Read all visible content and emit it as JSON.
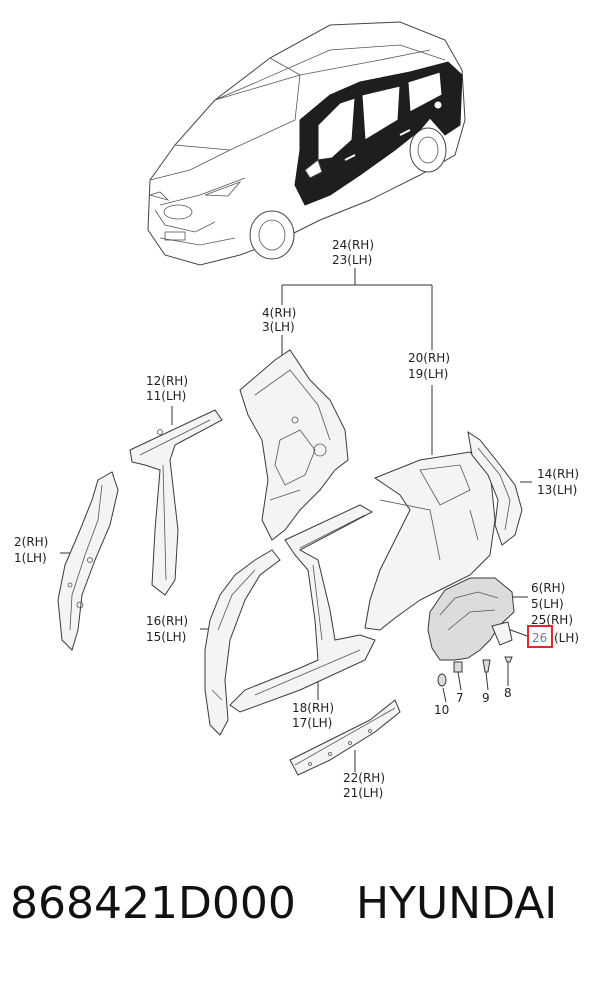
{
  "callouts": {
    "c24": {
      "l1": "24(RH)",
      "l2": "23(LH)"
    },
    "c4": {
      "l1": "4(RH)",
      "l2": "3(LH)"
    },
    "c20": {
      "l1": "20(RH)",
      "l2": "19(LH)"
    },
    "c12": {
      "l1": "12(RH)",
      "l2": "11(LH)"
    },
    "c14": {
      "l1": "14(RH)",
      "l2": "13(LH)"
    },
    "c2": {
      "l1": "2(RH)",
      "l2": "1(LH)"
    },
    "c6": {
      "l1": "6(RH)",
      "l2": "5(LH)"
    },
    "c16": {
      "l1": "16(RH)",
      "l2": "15(LH)"
    },
    "c25": {
      "l1": "25(RH)",
      "l2_num": "26",
      "l2_suffix": "(LH)"
    },
    "c18": {
      "l1": "18(RH)",
      "l2": "17(LH)"
    },
    "c22": {
      "l1": "22(RH)",
      "l2": "21(LH)"
    },
    "c7": "7",
    "c9": "9",
    "c8": "8",
    "c10": "10"
  },
  "highlight": {
    "part": "26",
    "color": "#e0282e"
  },
  "footer": {
    "part_number": "868421D000",
    "brand": "HYUNDAI"
  }
}
